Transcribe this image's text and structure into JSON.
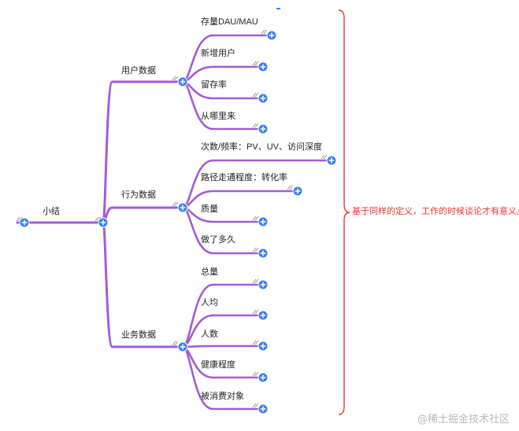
{
  "colors": {
    "branch": "#a45bd6",
    "node_fill": "#3b82f6",
    "node_plus": "#ffffff",
    "brace": "#e8392f",
    "note_text": "#e8392f",
    "label_text": "#222222"
  },
  "icons": {
    "expand": "plus-circle-icon",
    "collapse_marker": "double-slash-icon"
  },
  "root": {
    "label": "小结"
  },
  "groups": [
    {
      "label": "用户数据",
      "children": [
        "存量DAU/MAU",
        "新增用户",
        "留存率",
        "从哪里来"
      ]
    },
    {
      "label": "行为数据",
      "children": [
        "次数/频率：PV、UV、访问深度",
        "路径走通程度：转化率",
        "质量",
        "做了多久"
      ]
    },
    {
      "label": "业务数据",
      "children": [
        "总量",
        "人均",
        "人数",
        "健康程度",
        "被消费对象"
      ]
    }
  ],
  "note": "基于同样的定义，工作的时候谈论才有意义。",
  "watermark": "@稀土掘金技术社区"
}
